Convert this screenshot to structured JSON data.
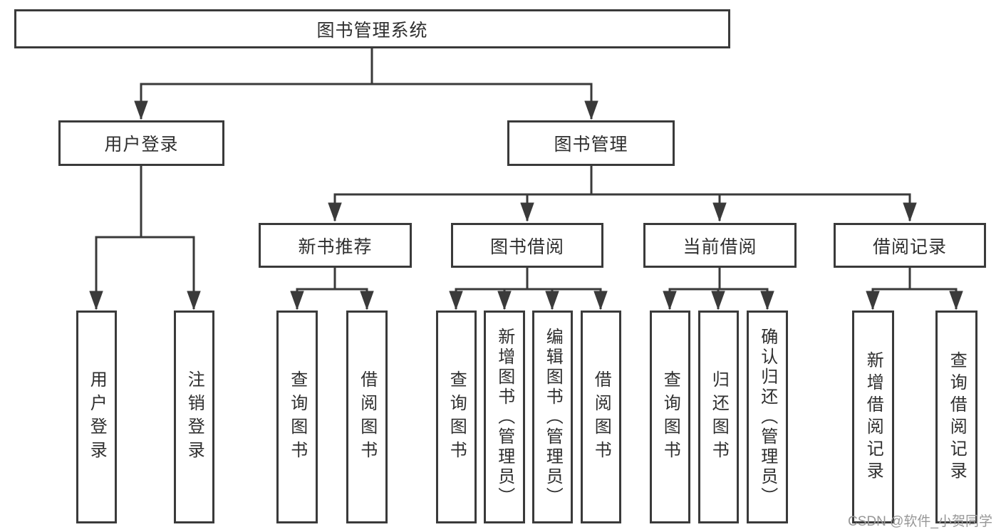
{
  "diagram_type": "function-structure-tree",
  "tree": {
    "label": "图书管理系统",
    "children": [
      {
        "label": "用户登录",
        "children": [
          {
            "label": "用户登录"
          },
          {
            "label": "注销登录"
          }
        ]
      },
      {
        "label": "图书管理",
        "children": [
          {
            "label": "新书推荐",
            "children": [
              {
                "label": "查询图书"
              },
              {
                "label": "借阅图书"
              }
            ]
          },
          {
            "label": "图书借阅",
            "children": [
              {
                "label": "查询图书"
              },
              {
                "label": "新增图书（管理员）"
              },
              {
                "label": "编辑图书（管理员）"
              },
              {
                "label": "借阅图书"
              }
            ]
          },
          {
            "label": "当前借阅",
            "children": [
              {
                "label": "查询图书"
              },
              {
                "label": "归还图书"
              },
              {
                "label": "确认归还（管理员）"
              }
            ]
          },
          {
            "label": "借阅记录",
            "children": [
              {
                "label": "新增借阅记录"
              },
              {
                "label": "查询借阅记录"
              }
            ]
          }
        ]
      }
    ]
  },
  "watermark": "CSDN @软件_小贺同学",
  "colors": {
    "line": "#3a3a3a",
    "border": "#3a3a3a",
    "text": "#2f2f2f",
    "watermark": "#979797",
    "background": "#ffffff"
  }
}
